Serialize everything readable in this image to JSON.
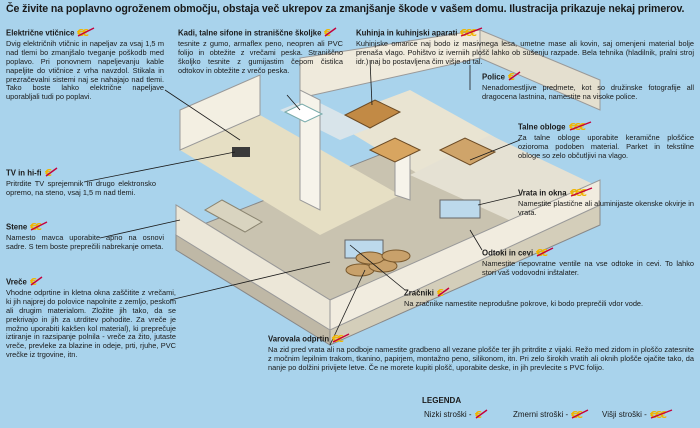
{
  "title": "Če živite na poplavno ogroženem območju, obstaja več ukrepov za zmanjšanje škode v vašem domu. Ilustracija prikazuje nekaj primerov.",
  "tips": [
    {
      "id": "elektricne",
      "title": "Električne vtičnice",
      "cost": "medium",
      "text": "Dvig električnih vtičnic in napeljav za vsaj 1,5 m nad tlemi bo zmanjšalo tveganje poškodb med poplavo. Pri ponovnem napeljevanju kable napeljite do vtičnice z vrha navzdol. Stikala in prezračevalni sistemi naj se nahajajo nad tlemi. Tako boste lahko električne napeljave uporabljali tudi po poplavi."
    },
    {
      "id": "kadi",
      "title": "Kadi, talne sifone in straniščne školjke",
      "cost": "low",
      "text": "tesnite z gumo, armaflex peno, neopren ali PVC folijo in obtežite z vrečami peska. Straniščno školjko tesnite z gumijastim čepom čistilca odtokov in obtežite z vrečo peska."
    },
    {
      "id": "kuhinja",
      "title": "Kuhinja in kuhinjski aparati",
      "cost": "high",
      "text": "Kuhinjske omarice naj bodo iz masivnega lesa, umetne mase ali kovin, saj omenjeni material bolje prenaša vlago. Pohištvo iz iverniih plošč lahko ob sušenju razpade. Bela tehnika (hladilnik, pralni stroj idr.) naj bo postavljena čim višje od tal."
    },
    {
      "id": "police",
      "title": "Police",
      "cost": "low",
      "text": "Nenadomestljive predmete, kot so družinske fotografije all dragocena lastnina, namestite na visoke police."
    },
    {
      "id": "tv",
      "title": "TV in hi-fi",
      "cost": "low",
      "text": "Pritrdite TV sprejemnik in drugo elektronsko opremo, na steno, vsaj 1,5 m nad tlemi."
    },
    {
      "id": "talne",
      "title": "Talne obloge",
      "cost": "high",
      "text": "Za talne obloge uporabite keramične ploščice ozioroma podoben material. Parket in tekstilne obloge so zelo občutljivi na vlago."
    },
    {
      "id": "stene",
      "title": "Stene",
      "cost": "medium",
      "text": "Namesto mavca uporabite apno na osnovi sadre. S tem boste preprečili nabrekanje ometa."
    },
    {
      "id": "vrata",
      "title": "Vrata in okna",
      "cost": "high",
      "text": "Namestite plastične ali aluminijaste okenske okvirje in vrata."
    },
    {
      "id": "odtoki",
      "title": "Odtoki in cevi",
      "cost": "medium",
      "text": "Namestite nepovratne ventile na vse odtoke in cevi. To lahko stori vaš vodovodni inštalater."
    },
    {
      "id": "vrece",
      "title": "Vreče",
      "cost": "low",
      "text": "Vhodne odprtine in kletna okna zaščitite z vrečami, ki jih najprej do polovice napolnite z zemljo, peskom ali drugim materialom. Zložite jih tako, da se prekrivajo in jih za utrditev pohodite. Za vreče je možno uporabiti kakšen kol material), ki preprečuje iztiranje in razsipanje polnila - vreče za žito, jutaste vreče, prevleke za blazine in odeje, prti, rjuhe, PVC vrečke iz trgovine, itn."
    },
    {
      "id": "zracniki",
      "title": "Zračniki",
      "cost": "low",
      "text": "Na zračnike namestite neprodušne pokrove, ki bodo preprečili vdor vode."
    },
    {
      "id": "varovala",
      "title": "Varovala odprtin",
      "cost": "medium",
      "text": "Na zid pred vrata ali na podboje namestite gradbeno all vezane plošče ter jih pritrdite z vijaki. Režo med zidom in ploščo zatesnite z močnim lepilnim trakom, tkanino, papirjem, montažno peno, silikonom, itn. Pri zelo širokih vratih ali oknih plošče ojačite tako, da nanje po dolžini privijete letve. Če ne morete kupiti plošč, uporabite deske, in jih prevlecite s PVC folijo."
    }
  ],
  "legend": {
    "title": "LEGENDA",
    "items": [
      {
        "label": "Nizki stroški -",
        "cost": "low"
      },
      {
        "label": "Zmerni stroški -",
        "cost": "medium"
      },
      {
        "label": "Višji stroški -",
        "cost": "high"
      }
    ]
  },
  "colors": {
    "background": "#a9d3ec",
    "wall": "#f2efe4",
    "roomFloor": "#e8e2c8",
    "euro": "#f0b400",
    "slash": "#c4003d",
    "leader": "#1a1a1a"
  }
}
